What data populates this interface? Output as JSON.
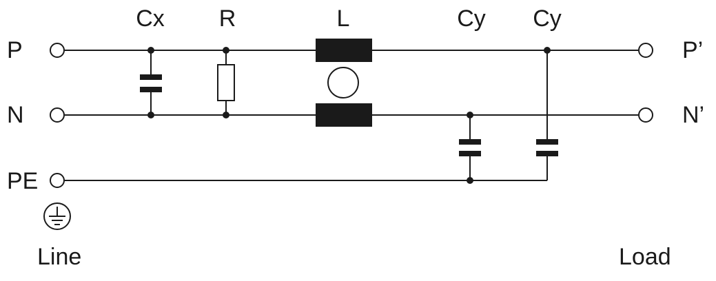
{
  "labels": {
    "cx": "Cx",
    "r": "R",
    "l": "L",
    "cy1": "Cy",
    "cy2": "Cy",
    "p_in": "P",
    "n_in": "N",
    "pe": "PE",
    "p_out": "P’",
    "n_out": "N’",
    "line": "Line",
    "load": "Load"
  },
  "icons": {
    "ground": "protective-earth-icon"
  }
}
